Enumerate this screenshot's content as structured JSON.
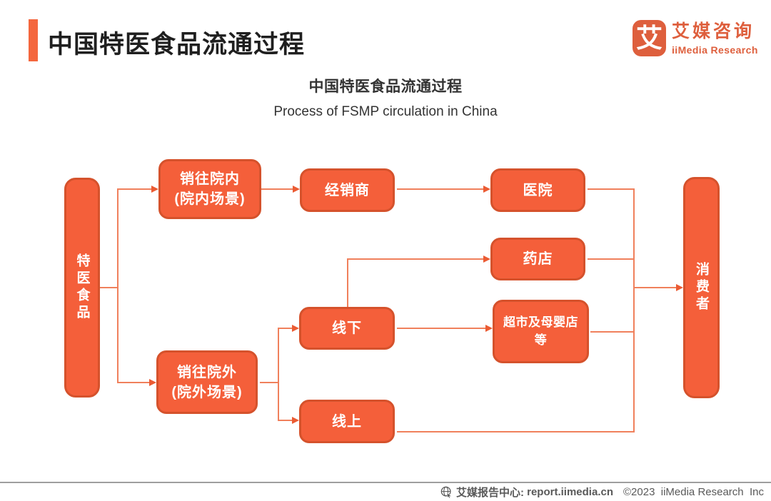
{
  "header": {
    "title": "中国特医食品流通过程"
  },
  "logo": {
    "glyph": "艾",
    "name_cn": "艾媒咨询",
    "name_en": "iiMedia Research"
  },
  "figure": {
    "title": "中国特医食品流通过程",
    "subtitle": "Process of FSMP circulation in China"
  },
  "diagram": {
    "nodes": {
      "fsmp": "特医食品",
      "sell_inside": "销往院内\n(院内场景)",
      "distributor": "经销商",
      "hospital": "医院",
      "pharmacy": "药店",
      "offline": "线下",
      "supermarket": "超市及母婴店\n等",
      "sell_outside": "销往院外\n(院外场景)",
      "online": "线上",
      "consumer": "消费者"
    },
    "edges": [
      "特医食品 → 销往院内(院内场景)",
      "特医食品 → 销往院外(院外场景)",
      "销往院内(院内场景) → 经销商",
      "经销商 → 医院",
      "医院 → 消费者",
      "销往院外(院外场景) → 线下",
      "销往院外(院外场景) → 线上",
      "线下 → 药店",
      "线下 → 超市及母婴店等",
      "药店 → 消费者",
      "超市及母婴店等 → 消费者",
      "线上 → 消费者"
    ],
    "colors": {
      "node_fill": "#F45F3A",
      "node_border": "#D5522C",
      "connector_line": "#F0805C",
      "arrowhead": "#EB5B33",
      "accent_bar": "#F4673E",
      "logo": "#DE5F3D"
    }
  },
  "footer": {
    "source_label": "艾媒报告中心:",
    "source_url": " report.iimedia.cn",
    "copyright": "©2023  iiMedia Research  Inc"
  }
}
